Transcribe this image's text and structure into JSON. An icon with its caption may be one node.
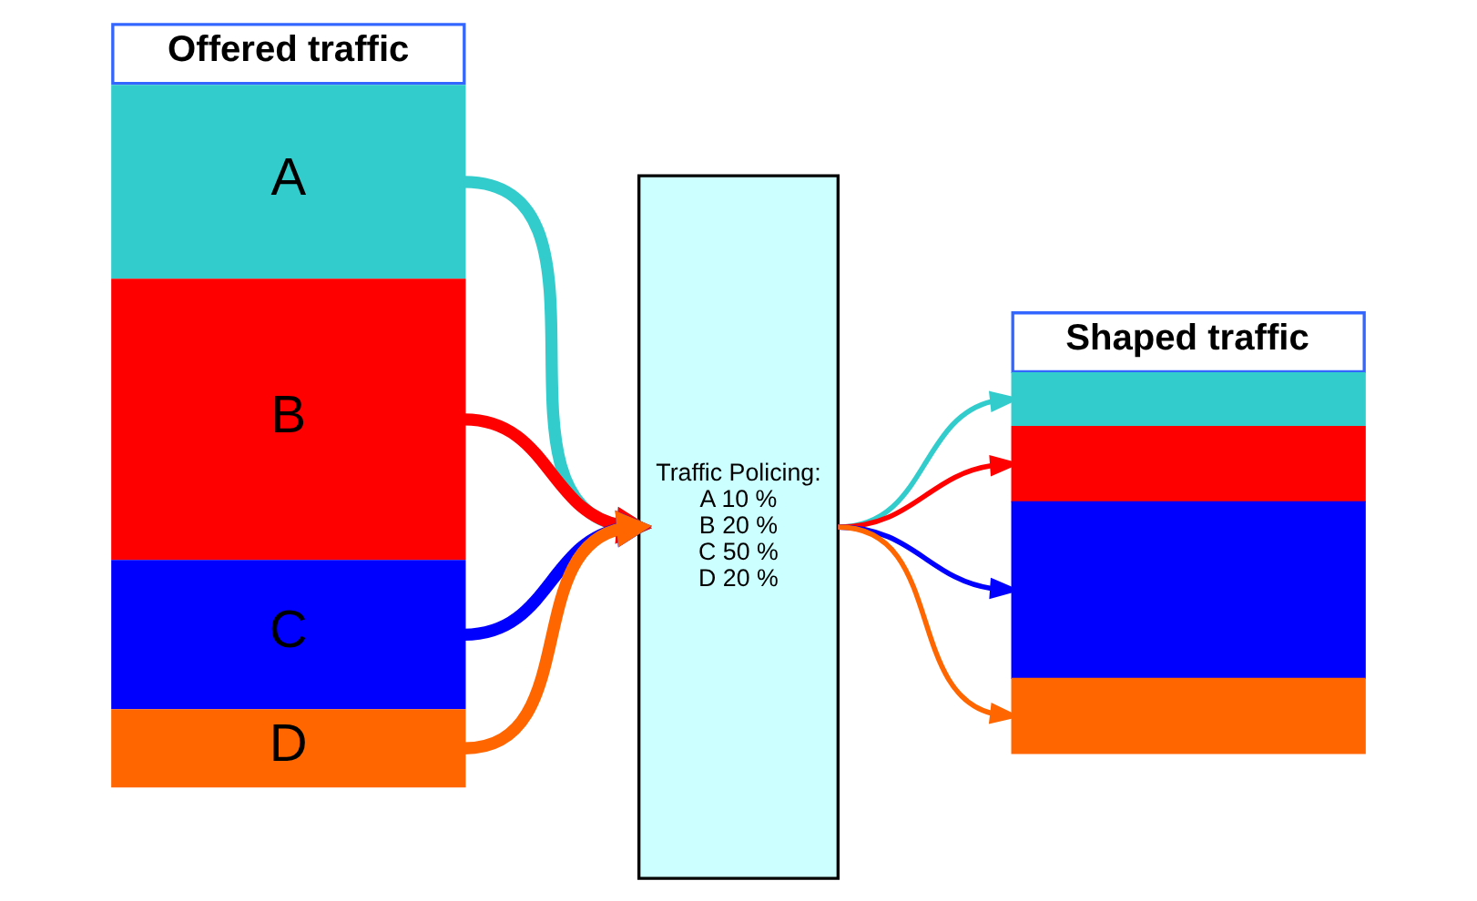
{
  "diagram": {
    "nodes": [
      {
        "text": [
          "Offered traffic"
        ]
      },
      {
        "text": [
          "Shaped traffic"
        ]
      },
      {
        "text": [
          "A"
        ]
      },
      {
        "text": [
          "B"
        ]
      },
      {
        "text": [
          "C"
        ]
      },
      {
        "text": [
          "D"
        ]
      },
      {
        "text": [
          "Traffic Policing:",
          "A 10 %",
          "B 20 %",
          "C 50 %",
          "D 20 %"
        ]
      },
      {
        "text": [],
        "shape": "bar"
      },
      {
        "text": [],
        "shape": "bar"
      },
      {
        "text": [],
        "shape": "bar"
      },
      {
        "text": [],
        "shape": "bar"
      }
    ],
    "edges": [
      {
        "from": 2,
        "to": 6,
        "arrow": "to",
        "style": "thick",
        "color": "#33cccc"
      },
      {
        "from": 3,
        "to": 6,
        "arrow": "to",
        "style": "thick",
        "color": "#ff0000"
      },
      {
        "from": 4,
        "to": 6,
        "arrow": "to",
        "style": "thick",
        "color": "#0000ff"
      },
      {
        "from": 5,
        "to": 6,
        "arrow": "to",
        "style": "thick",
        "color": "#ff6600"
      },
      {
        "from": 6,
        "to": 7,
        "arrow": "to",
        "color": "#33cccc"
      },
      {
        "from": 6,
        "to": 8,
        "arrow": "to",
        "color": "#ff0000"
      },
      {
        "from": 6,
        "to": 9,
        "arrow": "to",
        "color": "#0000ff"
      },
      {
        "from": 6,
        "to": 10,
        "arrow": "to",
        "color": "#ff6600"
      }
    ]
  }
}
